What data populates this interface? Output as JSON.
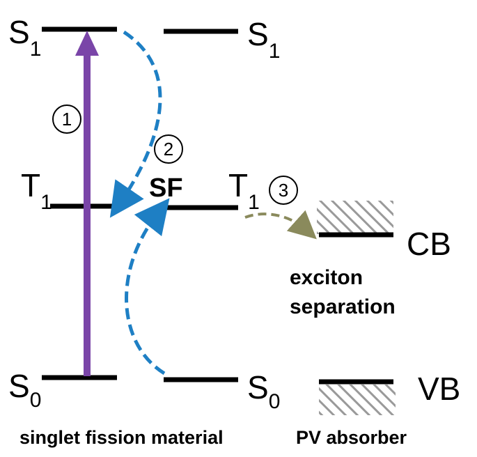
{
  "levels": {
    "s1_left": "S",
    "s1_left_sub": "1",
    "s1_right": "S",
    "s1_right_sub": "1",
    "t1_left": "T",
    "t1_left_sub": "1",
    "t1_right": "T",
    "t1_right_sub": "1",
    "s0_left": "S",
    "s0_left_sub": "0",
    "s0_right": "S",
    "s0_right_sub": "0",
    "cb": "CB",
    "vb": "VB"
  },
  "steps": {
    "step1": "1",
    "step2": "2",
    "step3": "3"
  },
  "labels": {
    "sf": "SF",
    "exciton_line1": "exciton",
    "exciton_line2": "separation",
    "left_caption": "singlet fission material",
    "right_caption": "PV absorber"
  },
  "colors": {
    "excitation_arrow": "#7a45a8",
    "fission_arrows": "#1e7fc4",
    "transfer_arrow": "#8a8a5c",
    "levels": "#000000",
    "hatch": "#9a9a9a"
  }
}
